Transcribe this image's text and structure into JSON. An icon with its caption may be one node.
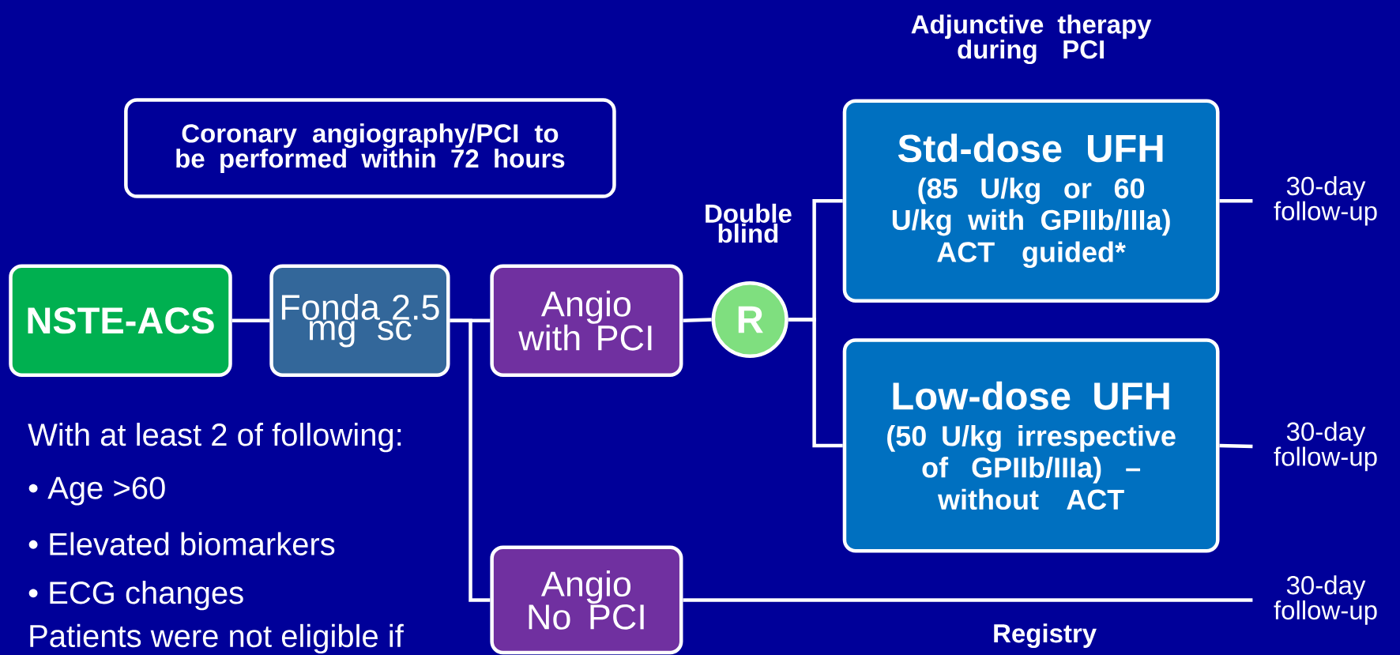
{
  "diagram": {
    "nodes": [
      {
        "text": [
          "Coronary angiography/PCI to be performed within 72 hours"
        ]
      },
      {
        "text": [
          "NSTE-ACS"
        ]
      },
      {
        "text": [
          "Fonda 2.5 mg sc"
        ]
      },
      {
        "text": [
          "Angio with PCI"
        ]
      },
      {
        "text": [
          "R"
        ]
      },
      {
        "text": [
          "Std-dose UFH",
          "(85 U/kg or 60 U/kg with GPIIb/IIIa)",
          "ACT guided*"
        ]
      },
      {
        "text": [
          "30-day follow-up"
        ]
      },
      {
        "text": [
          "Low-dose UFH",
          "(50 U/kg irrespective of GPIIb/IIIa) –",
          "without ACT"
        ]
      },
      {
        "text": [
          "30-day follow-up"
        ]
      },
      {
        "text": [
          "Angio No PCI"
        ]
      },
      {
        "text": [
          "30-day follow-up"
        ]
      }
    ],
    "edges": [
      {
        "from": 1,
        "to": 2,
        "arrow": "none"
      },
      {
        "from": 2,
        "to": 3,
        "arrow": "none"
      },
      {
        "from": 2,
        "to": 9,
        "arrow": "none"
      },
      {
        "from": 3,
        "to": 4,
        "arrow": "none"
      },
      {
        "from": 4,
        "to": 5,
        "arrow": "none"
      },
      {
        "from": 4,
        "to": 7,
        "arrow": "none"
      },
      {
        "from": 5,
        "to": 6,
        "arrow": "none"
      },
      {
        "from": 7,
        "to": 8,
        "arrow": "none"
      },
      {
        "from": 9,
        "to": 10,
        "arrow": "none"
      }
    ],
    "labels": [
      "Adjunctive therapy during PCI",
      "Double blind",
      "With at least 2 of following:",
      "• Age >60",
      "• Elevated biomarkers",
      "• ECG changes",
      "Registry",
      "Patients were not eligible if"
    ]
  }
}
